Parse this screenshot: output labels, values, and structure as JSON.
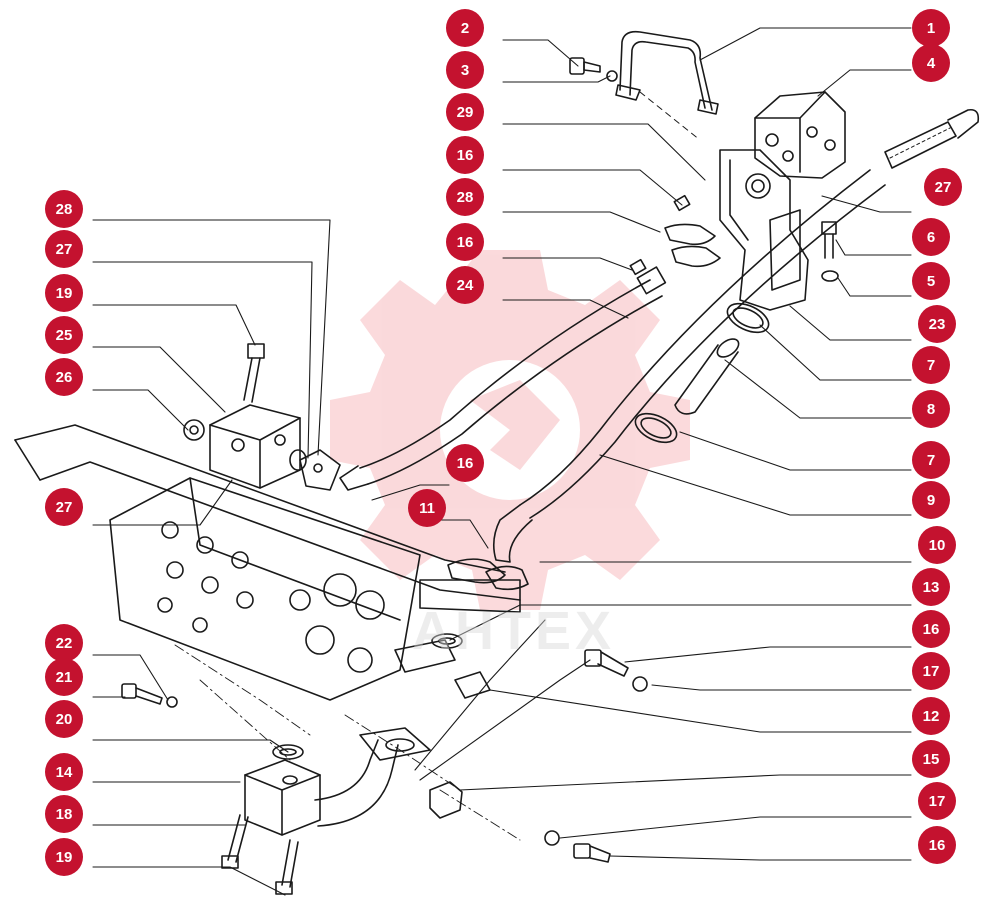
{
  "colors": {
    "badge": "#c4122f",
    "ink": "#1a1a1a",
    "watermark": "#e8333b"
  },
  "watermark": {
    "text": "AHTEX"
  },
  "callouts": [
    {
      "id": "c-2",
      "label": "2"
    },
    {
      "id": "c-3",
      "label": "3"
    },
    {
      "id": "c-29",
      "label": "29"
    },
    {
      "id": "c-16a",
      "label": "16"
    },
    {
      "id": "c-28a",
      "label": "28"
    },
    {
      "id": "c-16b",
      "label": "16"
    },
    {
      "id": "c-24",
      "label": "24"
    },
    {
      "id": "c-16c",
      "label": "16"
    },
    {
      "id": "c-11",
      "label": "11"
    },
    {
      "id": "c-28b",
      "label": "28"
    },
    {
      "id": "c-27a",
      "label": "27"
    },
    {
      "id": "c-19a",
      "label": "19"
    },
    {
      "id": "c-25",
      "label": "25"
    },
    {
      "id": "c-26",
      "label": "26"
    },
    {
      "id": "c-27b",
      "label": "27"
    },
    {
      "id": "c-22",
      "label": "22"
    },
    {
      "id": "c-21",
      "label": "21"
    },
    {
      "id": "c-20",
      "label": "20"
    },
    {
      "id": "c-14",
      "label": "14"
    },
    {
      "id": "c-18",
      "label": "18"
    },
    {
      "id": "c-19b",
      "label": "19"
    },
    {
      "id": "c-1",
      "label": "1"
    },
    {
      "id": "c-4",
      "label": "4"
    },
    {
      "id": "c-27c",
      "label": "27"
    },
    {
      "id": "c-6",
      "label": "6"
    },
    {
      "id": "c-5",
      "label": "5"
    },
    {
      "id": "c-23",
      "label": "23"
    },
    {
      "id": "c-7a",
      "label": "7"
    },
    {
      "id": "c-8",
      "label": "8"
    },
    {
      "id": "c-7b",
      "label": "7"
    },
    {
      "id": "c-9",
      "label": "9"
    },
    {
      "id": "c-10",
      "label": "10"
    },
    {
      "id": "c-13",
      "label": "13"
    },
    {
      "id": "c-16d",
      "label": "16"
    },
    {
      "id": "c-17a",
      "label": "17"
    },
    {
      "id": "c-12",
      "label": "12"
    },
    {
      "id": "c-15",
      "label": "15"
    },
    {
      "id": "c-17b",
      "label": "17"
    },
    {
      "id": "c-16e",
      "label": "16"
    }
  ]
}
